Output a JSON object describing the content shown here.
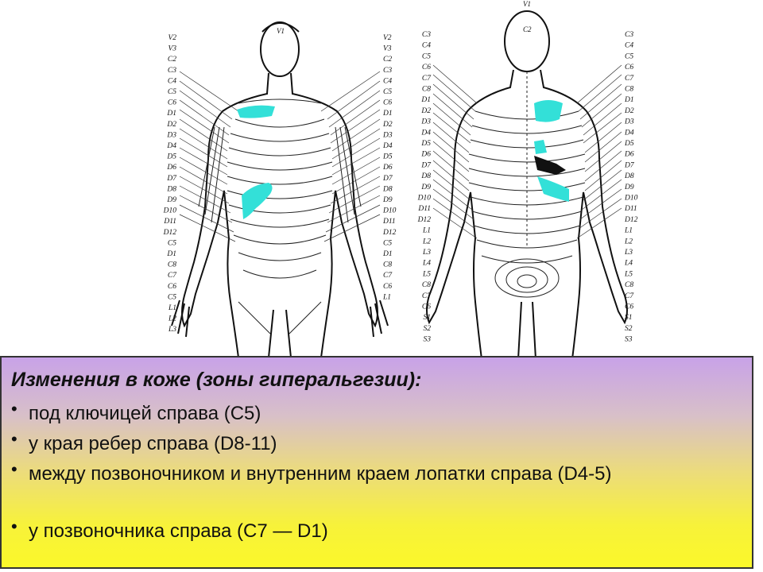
{
  "figure": {
    "front_left_labels": [
      "V2",
      "V3",
      "C2",
      "C3",
      "C4",
      "C5",
      "C6",
      "D1",
      "D2",
      "D3",
      "D4",
      "D5",
      "D6",
      "D7",
      "D8",
      "D9",
      "D10",
      "D11",
      "D12",
      "C5",
      "D1",
      "C8",
      "C7",
      "C6",
      "C5",
      "L1",
      "L2",
      "L3"
    ],
    "front_right_labels": [
      "V2",
      "V3",
      "C2",
      "C3",
      "C4",
      "C5",
      "C6",
      "D1",
      "D2",
      "D3",
      "D4",
      "D5",
      "D6",
      "D7",
      "D8",
      "D9",
      "D10",
      "D11",
      "D12",
      "C5",
      "D1",
      "C8",
      "C7",
      "C6",
      "L1"
    ],
    "front_head_label": "V1",
    "back_left_labels": [
      "C3",
      "C4",
      "C5",
      "C6",
      "C7",
      "C8",
      "D1",
      "D2",
      "D3",
      "D4",
      "D5",
      "D6",
      "D7",
      "D8",
      "D9",
      "D10",
      "D11",
      "D12",
      "L1",
      "L2",
      "L3",
      "L4",
      "L5",
      "C8",
      "C7",
      "C6",
      "S1",
      "S2",
      "S3"
    ],
    "back_right_labels": [
      "C3",
      "C4",
      "C5",
      "C6",
      "C7",
      "C8",
      "D1",
      "D2",
      "D3",
      "D4",
      "D5",
      "D6",
      "D7",
      "D8",
      "D9",
      "D10",
      "D11",
      "D12",
      "L1",
      "L2",
      "L3",
      "L4",
      "L5",
      "C8",
      "C7",
      "C6",
      "S1",
      "S2",
      "S3"
    ],
    "back_head_labels": [
      "V1",
      "C2"
    ],
    "highlight_color": "#33e0d8"
  },
  "panel": {
    "heading": "Изменения в коже (зоны гиперальгезии):",
    "bullets": [
      "под ключицей справа (C5)",
      "у края ребер справа (D8-11)",
      "между позвоночником и внутренним краем лопатки справа (D4-5)",
      "у позвоночника справа (C7 — D1)"
    ]
  }
}
